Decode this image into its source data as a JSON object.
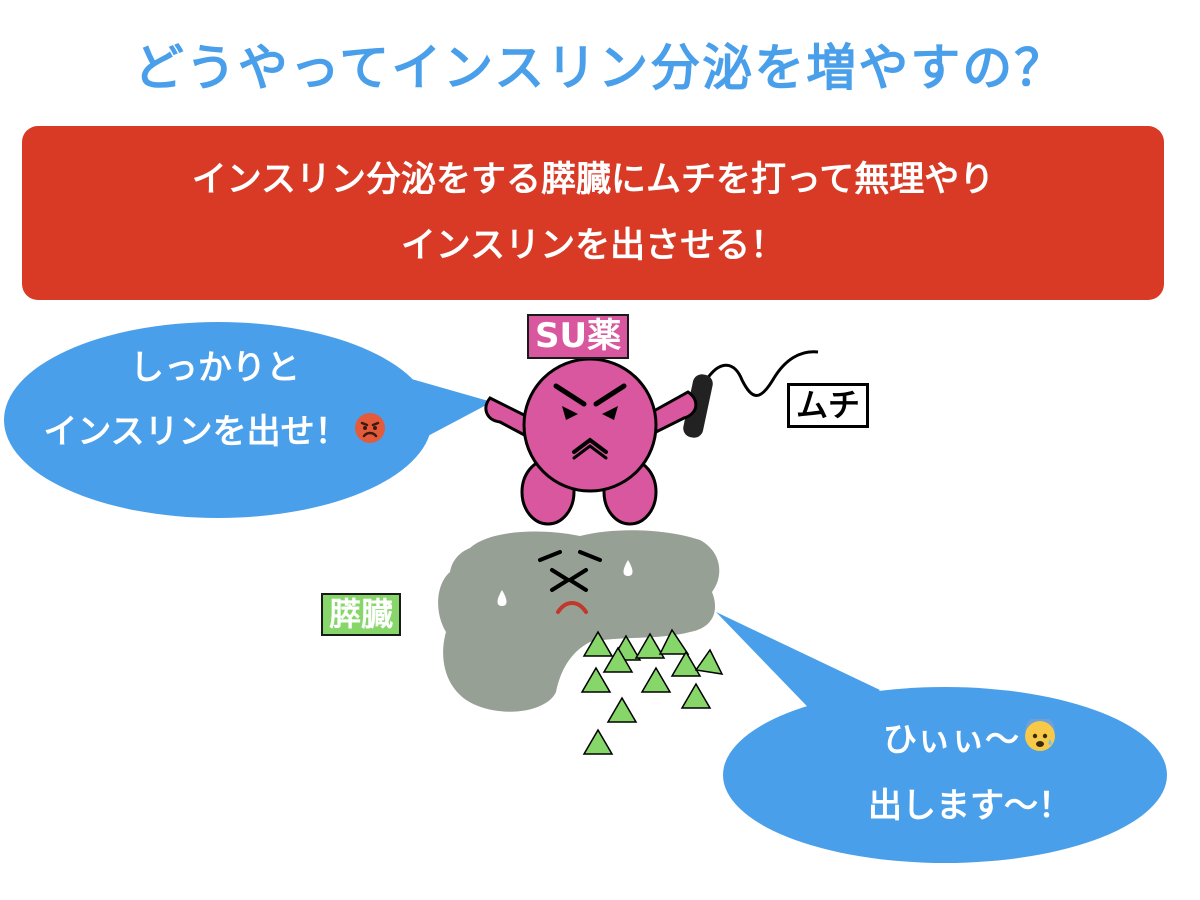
{
  "title": "どうやってインスリン分泌を増やすの？",
  "banner": {
    "line1": "インスリン分泌をする膵臓にムチを打って無理やり",
    "line2": "インスリンを出させる！"
  },
  "labels": {
    "su_drug": "SU薬",
    "whip": "ムチ",
    "pancreas": "膵臓"
  },
  "bubble_left": {
    "line1": "しっかりと",
    "line2": "インスリンを出せ！",
    "emoji": "angry-face-icon"
  },
  "bubble_right": {
    "line1": "ひぃぃ〜",
    "line2": "出します〜！",
    "emoji": "anxious-face-icon"
  },
  "colors": {
    "title": "#4a9fea",
    "banner": "#d93a26",
    "bubble": "#4a9fea",
    "su_character": "#d9579e",
    "pancreas": "#97a094",
    "insulin_triangles": "#86d66a"
  }
}
